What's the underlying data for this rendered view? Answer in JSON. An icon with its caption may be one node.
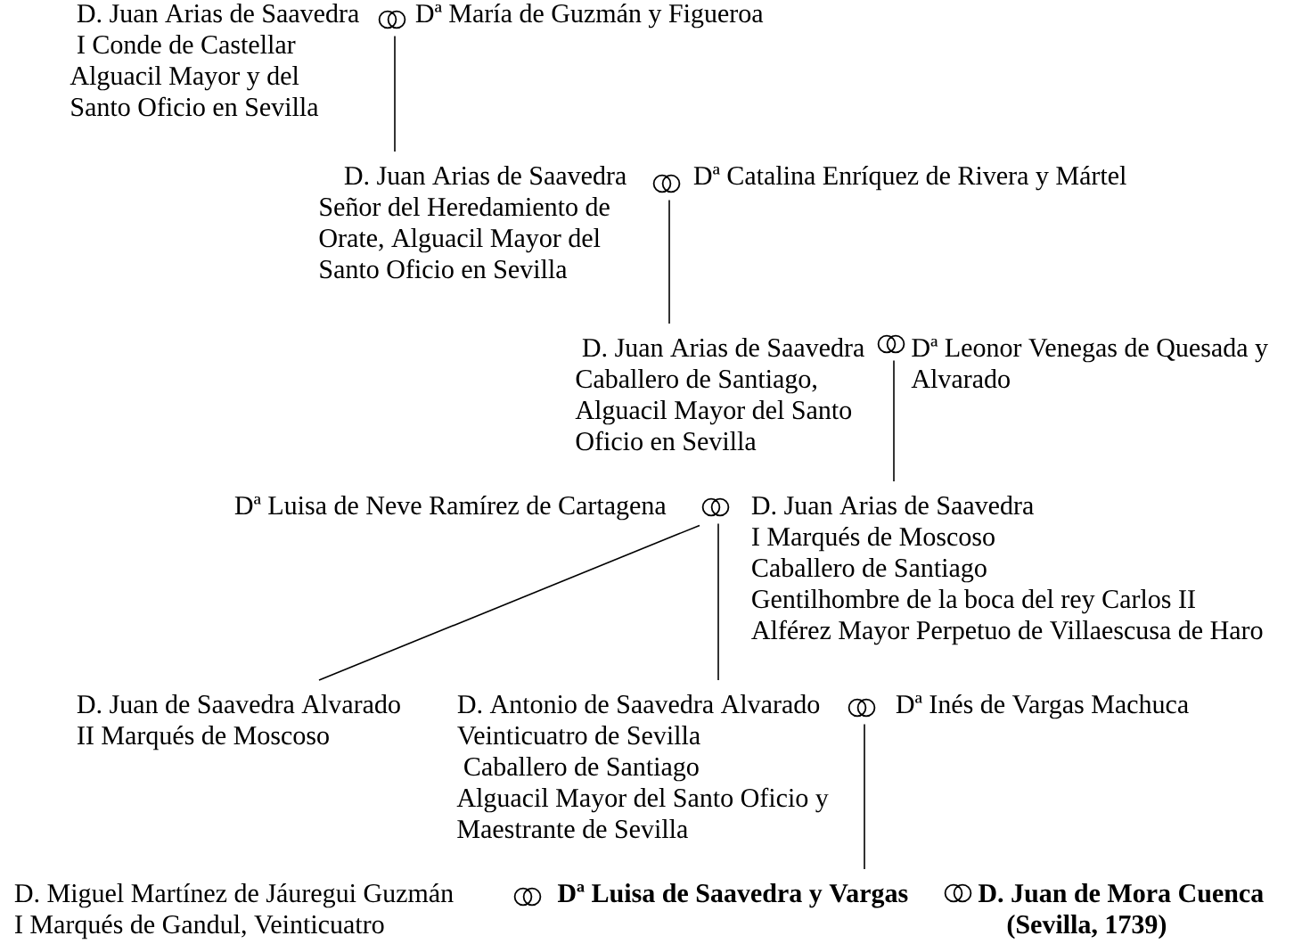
{
  "diagram": {
    "nodes": [
      {
        "text": [
          "D. Juan Arias de Saavedra",
          "I Conde de Castellar",
          "Alguacil Mayor y del Santo Oficio en Sevilla"
        ]
      },
      {
        "text": [],
        "shape": "rings"
      },
      {
        "text": [
          "Dª María de Guzmán y Figueroa"
        ]
      },
      {
        "text": [
          "D. Juan Arias de Saavedra",
          "Señor del Heredamiento de Orate, Alguacil Mayor del Santo Oficio en Sevilla"
        ]
      },
      {
        "text": [],
        "shape": "rings"
      },
      {
        "text": [
          "Dª Catalina Enríquez de Rivera y Mártel"
        ]
      },
      {
        "text": [
          "D. Juan Arias de Saavedra",
          "Caballero de Santiago, Alguacil Mayor del Santo Oficio en Sevilla"
        ]
      },
      {
        "text": [],
        "shape": "rings"
      },
      {
        "text": [
          "Dª Leonor Venegas de Quesada y Alvarado"
        ]
      },
      {
        "text": [
          "Dª Luisa de Neve Ramírez de Cartagena"
        ]
      },
      {
        "text": [],
        "shape": "rings"
      },
      {
        "text": [
          "D. Juan Arias de Saavedra",
          "I Marqués de Moscoso",
          "Caballero de Santiago",
          "Gentilhombre de la boca del rey Carlos II",
          "Alférez Mayor Perpetuo de Villaescusa de Haro"
        ]
      },
      {
        "text": [
          "D. Juan de Saavedra Alvarado",
          "II Marqués de Moscoso"
        ]
      },
      {
        "text": [
          "D. Antonio de Saavedra Alvarado",
          "Veinticuatro de Sevilla",
          "Caballero de Santiago",
          "Alguacil Mayor del Santo Oficio y Maestrante de Sevilla"
        ]
      },
      {
        "text": [],
        "shape": "rings"
      },
      {
        "text": [
          "Dª Inés de Vargas Machuca"
        ]
      },
      {
        "text": [
          "D. Miguel Martínez de Jáuregui Guzmán",
          "I Marqués de Gandul, Veinticuatro"
        ]
      },
      {
        "text": [],
        "shape": "rings"
      },
      {
        "text": [
          "Dª Luisa de Saavedra y Vargas"
        ]
      },
      {
        "text": [],
        "shape": "rings"
      },
      {
        "text": [
          "D. Juan de Mora Cuenca",
          "(Sevilla, 1739)"
        ]
      }
    ],
    "edges": [
      {
        "from": 1,
        "to": 3,
        "arrow": "none"
      },
      {
        "from": 4,
        "to": 6,
        "arrow": "none"
      },
      {
        "from": 7,
        "to": 11,
        "arrow": "none"
      },
      {
        "from": 10,
        "to": 12,
        "arrow": "none"
      },
      {
        "from": 10,
        "to": 13,
        "arrow": "none"
      },
      {
        "from": 14,
        "to": 18,
        "arrow": "none"
      }
    ]
  }
}
